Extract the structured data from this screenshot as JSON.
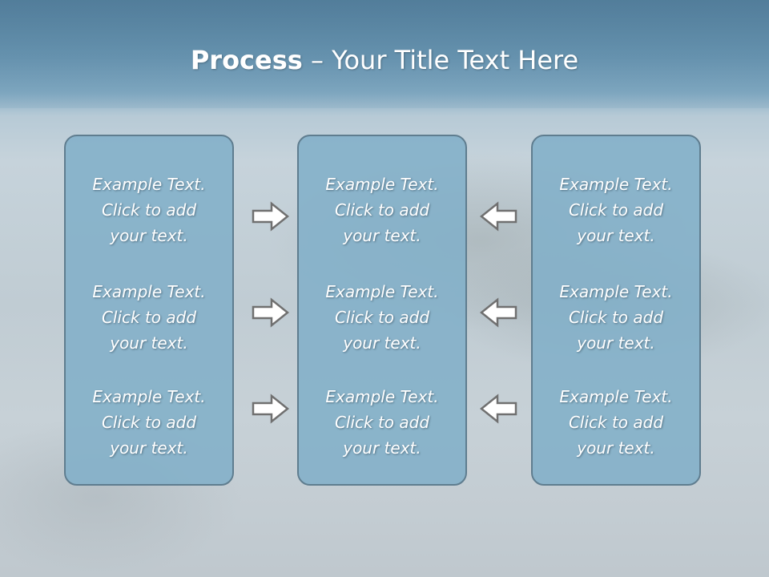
{
  "slide": {
    "title_bold": "Process",
    "title_rest": " – Your Title Text Here"
  },
  "panels": [
    {
      "items": [
        {
          "line1": "Example Text.",
          "line2": "Click  to add",
          "line3": "your text."
        },
        {
          "line1": "Example Text.",
          "line2": "Click  to add",
          "line3": "your text."
        },
        {
          "line1": "Example Text.",
          "line2": "Click  to add",
          "line3": "your text."
        }
      ]
    },
    {
      "items": [
        {
          "line1": "Example Text.",
          "line2": "Click  to add",
          "line3": "your text."
        },
        {
          "line1": "Example Text.",
          "line2": "Click  to add",
          "line3": "your text."
        },
        {
          "line1": "Example Text.",
          "line2": "Click  to add",
          "line3": "your text."
        }
      ]
    },
    {
      "items": [
        {
          "line1": "Example Text.",
          "line2": "Click  to add",
          "line3": "your text."
        },
        {
          "line1": "Example Text.",
          "line2": "Click  to add",
          "line3": "your text."
        },
        {
          "line1": "Example Text.",
          "line2": "Click  to add",
          "line3": "your text."
        }
      ]
    }
  ],
  "arrows": {
    "left_group": "arrow-right-icon",
    "right_group": "arrow-left-icon"
  },
  "colors": {
    "panel_fill": "#82afc8",
    "panel_border": "#5f7d8f",
    "arrow_fill": "#ffffff",
    "arrow_stroke": "#707070"
  }
}
